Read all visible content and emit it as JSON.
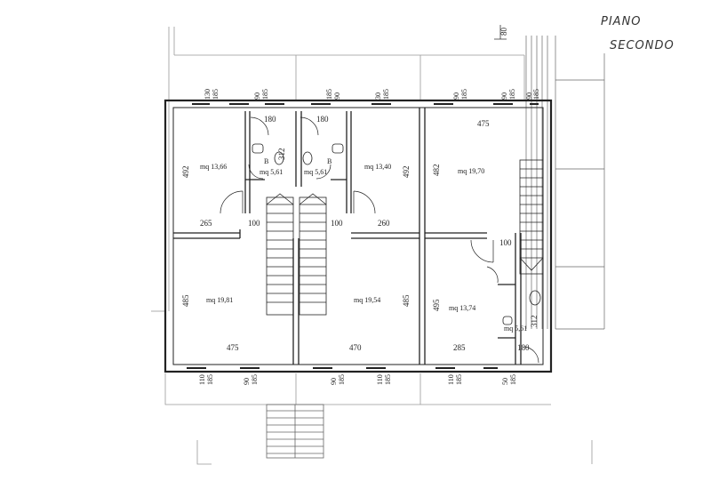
{
  "header": {
    "title_line1": "PIANO",
    "title_line2": "SECONDO",
    "level_mark": "80"
  },
  "rooms": [
    {
      "id": "r1",
      "area": "mq 13,66",
      "w": "265",
      "h": "492"
    },
    {
      "id": "r2",
      "area": "mq 5,61",
      "tag": "B",
      "w": "180",
      "h": "312"
    },
    {
      "id": "r3",
      "area": "mq 5,61",
      "tag": "B",
      "w": "180"
    },
    {
      "id": "r4",
      "area": "mq 13,40",
      "w": "260",
      "h": "492"
    },
    {
      "id": "r5",
      "area": "mq 19,70",
      "w": "475",
      "h": "482"
    },
    {
      "id": "r6",
      "area": "mq 19,81",
      "w": "475",
      "h": "485"
    },
    {
      "id": "r7",
      "area": "mq 19,54",
      "w": "470",
      "h": "485"
    },
    {
      "id": "r8",
      "area": "mq 13,74",
      "w": "285",
      "h": "495"
    },
    {
      "id": "r9",
      "area": "mq 5,61",
      "w": "180",
      "h": "312"
    }
  ],
  "dims": {
    "door_100_a": "100",
    "door_100_b": "100",
    "door_100_c": "100",
    "top_win": [
      "130",
      "185",
      "90",
      "185",
      "185",
      "90",
      "30",
      "185",
      "90",
      "185",
      "90",
      "185",
      "90",
      "185"
    ],
    "bottom_win": [
      "110",
      "185",
      "90",
      "185",
      "90",
      "185",
      "110",
      "185",
      "110",
      "185",
      "50",
      "185"
    ]
  }
}
